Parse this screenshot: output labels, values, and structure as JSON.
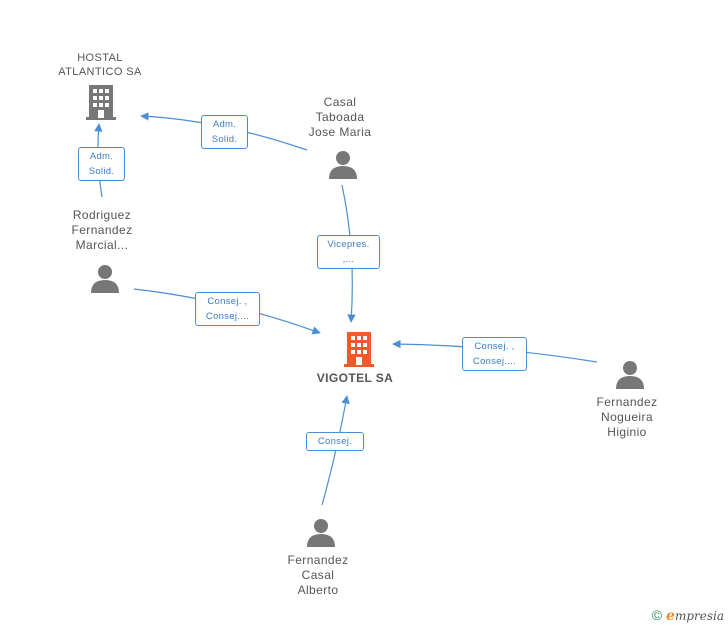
{
  "nodes": {
    "hostal": {
      "label": "HOSTAL\nATLANTICO SA",
      "type": "company"
    },
    "vigotel": {
      "label": "VIGOTEL SA",
      "type": "company-main"
    },
    "casal": {
      "label": "Casal\nTaboada\nJose Maria",
      "type": "person"
    },
    "rodriguez": {
      "label": "Rodriguez\nFernandez\nMarcial...",
      "type": "person"
    },
    "nogueira": {
      "label": "Fernandez\nNogueira\nHiginio",
      "type": "person"
    },
    "alberto": {
      "label": "Fernandez\nCasal\nAlberto",
      "type": "person"
    }
  },
  "edges": {
    "casal_hostal": "Adm.\nSolid.",
    "rodriguez_hostal": "Adm.\nSolid.",
    "casal_vigotel": "Vicepres.\n,...",
    "rodriguez_vigotel": "Consej. ,\nConsej....",
    "nogueira_vigotel": "Consej. ,\nConsej....",
    "alberto_vigotel": "Consej."
  },
  "footer": {
    "copyright": "©",
    "brand_initial": "e",
    "brand_rest": "mpresia"
  },
  "colors": {
    "edge": "#4a8fd6",
    "person": "#777777",
    "company": "#777777",
    "main_company": "#f05a28"
  }
}
